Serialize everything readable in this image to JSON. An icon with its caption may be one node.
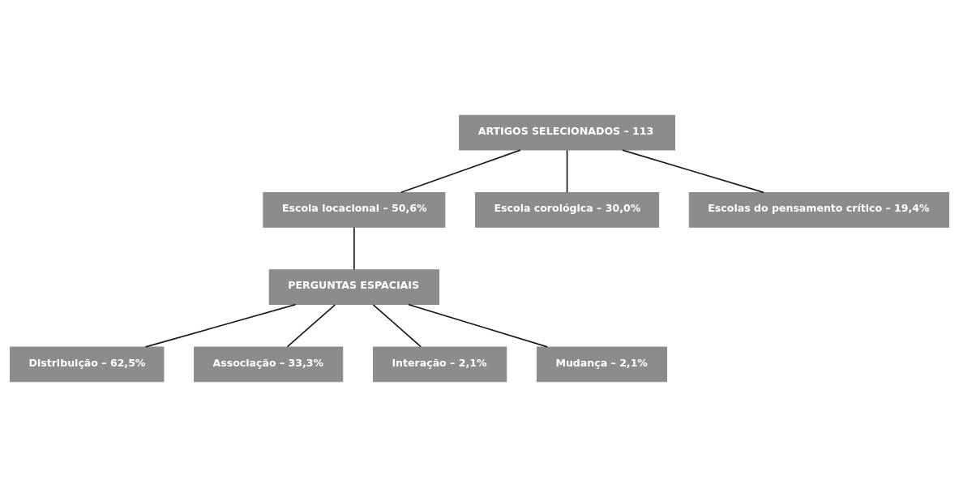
{
  "diagram": {
    "nodes": [
      {
        "text": [
          "ARTIGOS SELECIONADOS – 113"
        ]
      },
      {
        "text": [
          "Escola locacional – 50,6%"
        ]
      },
      {
        "text": [
          "Escola corológica – 30,0%"
        ]
      },
      {
        "text": [
          "Escolas do pensamento crítico – 19,4%"
        ]
      },
      {
        "text": [
          "PERGUNTAS ESPACIAIS"
        ]
      },
      {
        "text": [
          "Distribuição – 62,5%"
        ]
      },
      {
        "text": [
          "Associação – 33,3%"
        ]
      },
      {
        "text": [
          "Interação – 2,1%"
        ]
      },
      {
        "text": [
          "Mudança – 2,1%"
        ]
      }
    ],
    "edges": [
      {
        "from": 0,
        "to": 1,
        "arrow": "none"
      },
      {
        "from": 0,
        "to": 2,
        "arrow": "none"
      },
      {
        "from": 0,
        "to": 3,
        "arrow": "none"
      },
      {
        "from": 1,
        "to": 4,
        "arrow": "none"
      },
      {
        "from": 4,
        "to": 5,
        "arrow": "none"
      },
      {
        "from": 4,
        "to": 6,
        "arrow": "none"
      },
      {
        "from": 4,
        "to": 7,
        "arrow": "none"
      },
      {
        "from": 4,
        "to": 8,
        "arrow": "none"
      }
    ]
  }
}
